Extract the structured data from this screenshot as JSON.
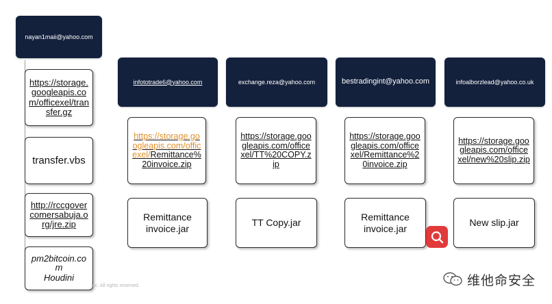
{
  "columns": [
    {
      "email": "nayan1maii@yahoo.com",
      "items": [
        {
          "text": "https://storage.googleapis.com/officexel/transfer.gz",
          "kind": "link"
        },
        {
          "text": "transfer.vbs",
          "kind": "plain"
        },
        {
          "text": "http://rccgovercomersabuja.org/jre.zip",
          "kind": "link"
        },
        {
          "text": "pm2bitcoin.com",
          "sub": "Houdini",
          "kind": "italic"
        }
      ]
    },
    {
      "email": "infototrade6@yahoo.com",
      "url_orange": "https://storage.googleapis.com/officexel/",
      "url_rest": "Remittance%20invoice.zip",
      "file": "Remittance invoice.jar"
    },
    {
      "email": "exchange.reza@yahoo.com",
      "url": "https://storage.googleapis.com/officexel/TT%20COPY.zip",
      "file": "TT Copy.jar"
    },
    {
      "email": "bestradingint@yahoo.com",
      "url": "https://storage.googleapis.com/officexel/Remittance%20invoice.zip",
      "file": "Remittance invoice.jar"
    },
    {
      "email": "infoalborzlead@yahoo.co.uk",
      "url": "https://storage.googleapis.com/officexel/new%20slip.zip",
      "file": "New slip.jar"
    }
  ],
  "footer": {
    "copyright": "Inc. All rights reserved.",
    "watermark": "维他命安全"
  },
  "icons": {
    "search": "magnifier-icon",
    "wechat": "wechat-icon"
  },
  "colors": {
    "header_bg": "#14213d",
    "orange_link": "#e0902d",
    "search_button": "#e13a3a"
  }
}
